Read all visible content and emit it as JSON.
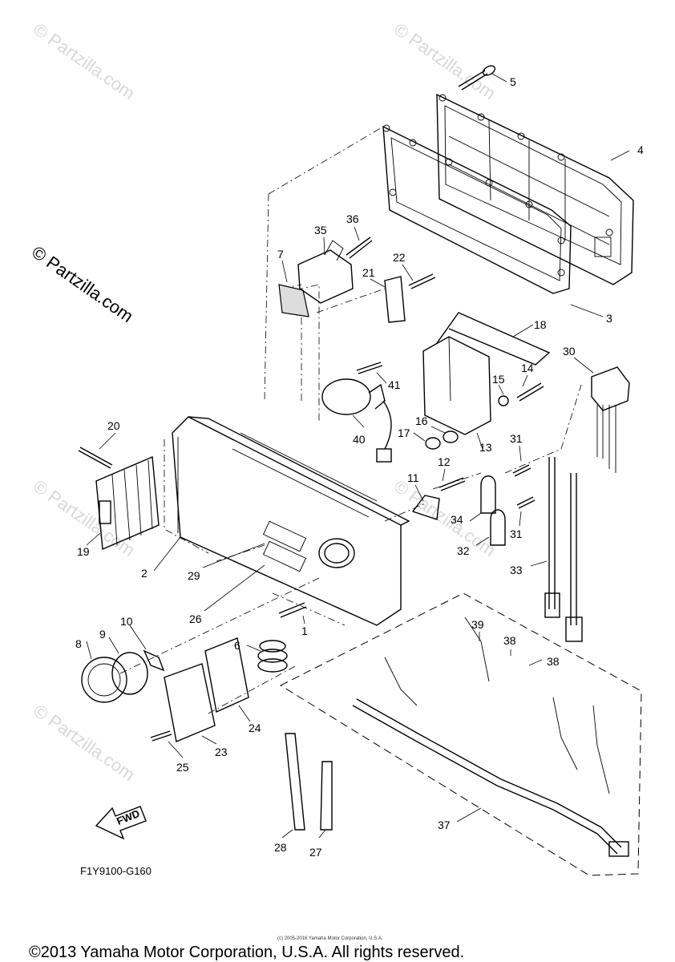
{
  "watermark": {
    "main": "© Partzilla.com",
    "faint": "© Partzilla.com"
  },
  "callouts": [
    "1",
    "2",
    "3",
    "4",
    "5",
    "6",
    "7",
    "8",
    "9",
    "10",
    "11",
    "12",
    "13",
    "14",
    "15",
    "16",
    "17",
    "18",
    "19",
    "20",
    "21",
    "22",
    "23",
    "24",
    "25",
    "26",
    "27",
    "28",
    "29",
    "30",
    "31",
    "32",
    "33",
    "34",
    "35",
    "36",
    "37",
    "38",
    "39",
    "40",
    "41"
  ],
  "fwd_label": "FWD",
  "diagram_code": "F1Y9100-G160",
  "tiny_credit": "(c) 2005-2016 Yamaha Motor Corporation, U.S.A.",
  "footer": "©2013 Yamaha Motor Corporation, U.S.A. All rights reserved."
}
